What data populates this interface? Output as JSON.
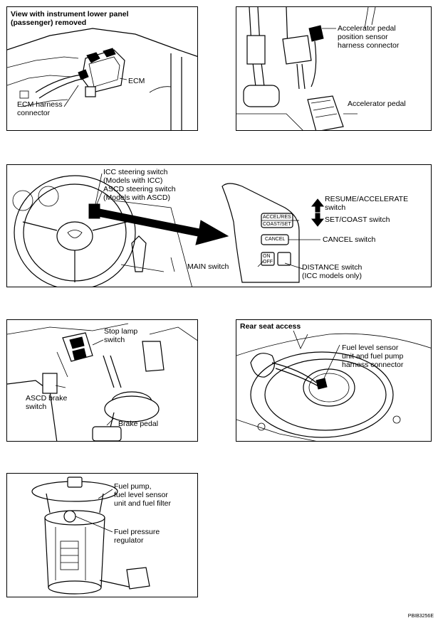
{
  "panels": {
    "ecm": {
      "title": "View with instrument lower panel (passenger) removed",
      "title_lines": [
        "View with instrument lower panel",
        "(passenger) removed"
      ],
      "labels": {
        "ecm": "ECM",
        "harness_1": "ECM harness",
        "harness_2": "connector"
      }
    },
    "accel": {
      "labels": {
        "sensor_1": "Accelerator pedal",
        "sensor_2": "position sensor",
        "sensor_3": "harness connector",
        "pedal": "Accelerator pedal"
      }
    },
    "steering": {
      "labels": {
        "icc_1": "ICC steering switch",
        "icc_2": "(Models with ICC)",
        "ascd_1": "ASCD steering switch",
        "ascd_2": "(Models with ASCD)",
        "resume_1": "RESUME/ACCELERATE",
        "resume_2": "switch",
        "setcoast": "SET/COAST switch",
        "cancel": "CANCEL switch",
        "main": "MAIN switch",
        "distance_1": "DISTANCE switch",
        "distance_2": "(ICC models only)"
      },
      "buttons": {
        "accel_res": "ACCEL/RES",
        "coast_set": "COAST/SET",
        "cancel": "CANCEL",
        "on": "ON",
        "off": "OFF"
      }
    },
    "brake": {
      "labels": {
        "stop_1": "Stop lamp",
        "stop_2": "switch",
        "ascd_1": "ASCD brake",
        "ascd_2": "switch",
        "pedal": "Brake pedal"
      }
    },
    "rear": {
      "title": "Rear seat access",
      "labels": {
        "fuel_1": "Fuel level sensor",
        "fuel_2": "unit and fuel pump",
        "fuel_3": "harness connector"
      }
    },
    "pump": {
      "labels": {
        "pump_1": "Fuel pump,",
        "pump_2": "fuel level sensor",
        "pump_3": "unit and fuel filter",
        "reg_1": "Fuel pressure",
        "reg_2": "regulator"
      }
    }
  },
  "figure_id": "PBIB3256E"
}
